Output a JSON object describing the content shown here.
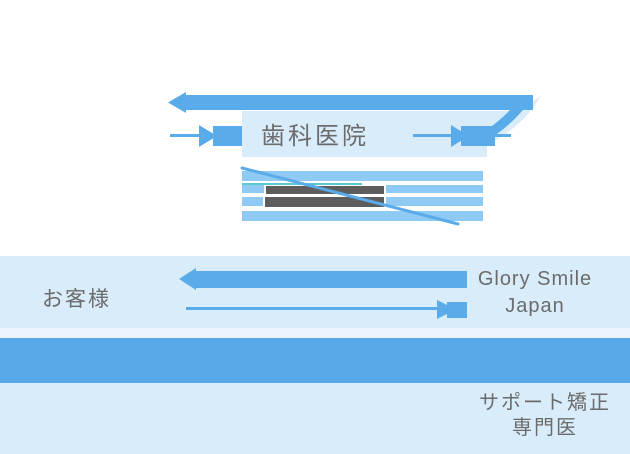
{
  "diagram": {
    "background": "#ffffff",
    "colors": {
      "arrow_blue": "#5aabe9",
      "band_blue": "#58a9e8",
      "panel_pale_blue": "#d9ecfa",
      "panel_lighter_blue": "#eaf5fd",
      "stripe_blue": "#8ecaf3",
      "stripe_gray": "#5d5d5d",
      "stripe_cyan": "#59c9d5",
      "label_gray": "#6b6b6b"
    },
    "nodes": {
      "dental_clinic": {
        "label": "歯科医院"
      },
      "customer": {
        "label": "お客様"
      },
      "company": {
        "line1": "Glory Smile",
        "line2": "Japan"
      },
      "support_specialist": {
        "line1": "サポート矯正",
        "line2": "専門医"
      }
    },
    "arrows": {
      "clinic_top": {
        "direction": "left"
      },
      "clinic_in": {
        "direction": "right"
      },
      "clinic_out": {
        "direction": "right"
      },
      "company_to_customer": {
        "direction": "left"
      },
      "customer_to_company": {
        "direction": "right"
      },
      "cancel_slash": {
        "direction": "diagonal"
      }
    }
  }
}
